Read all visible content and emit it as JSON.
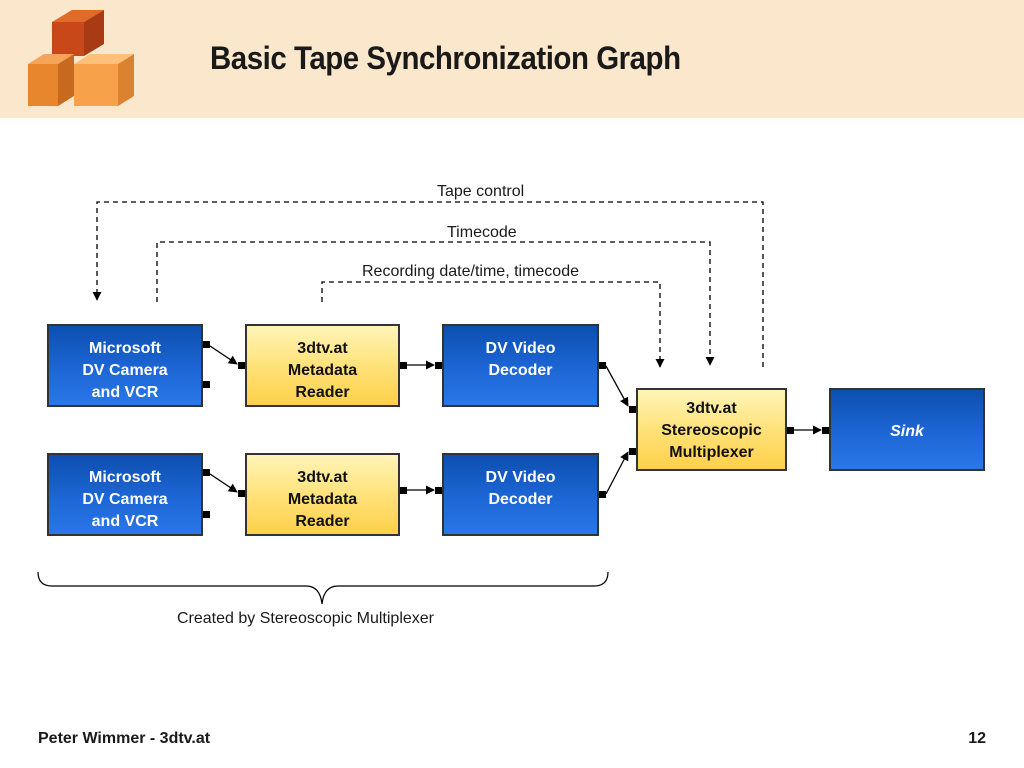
{
  "header": {
    "title": "Basic Tape Synchronization Graph",
    "logo_icon": "stacked-cubes-icon",
    "background": "#fbe8cc"
  },
  "diagram": {
    "nodes": {
      "camera_1": "Microsoft\nDV Camera\nand VCR",
      "camera_2": "Microsoft\nDV Camera\nand VCR",
      "reader_1": "3dtv.at\nMetadata\nReader",
      "reader_2": "3dtv.at\nMetadata\nReader",
      "decoder_1": "DV Video\nDecoder",
      "decoder_2": "DV Video\nDecoder",
      "multiplexer": "3dtv.at\nStereoscopic\nMultiplexer",
      "sink": "Sink"
    },
    "feedback_labels": {
      "tape_control": "Tape control",
      "timecode": "Timecode",
      "recording": "Recording date/time, timecode"
    },
    "brace_caption": "Created by Stereoscopic Multiplexer",
    "colors": {
      "blue_node": "#1d66d6",
      "yellow_node": "#ffe27a",
      "connector": "#000000"
    }
  },
  "footer": {
    "author": "Peter Wimmer - 3dtv.at",
    "page_number": "12"
  }
}
